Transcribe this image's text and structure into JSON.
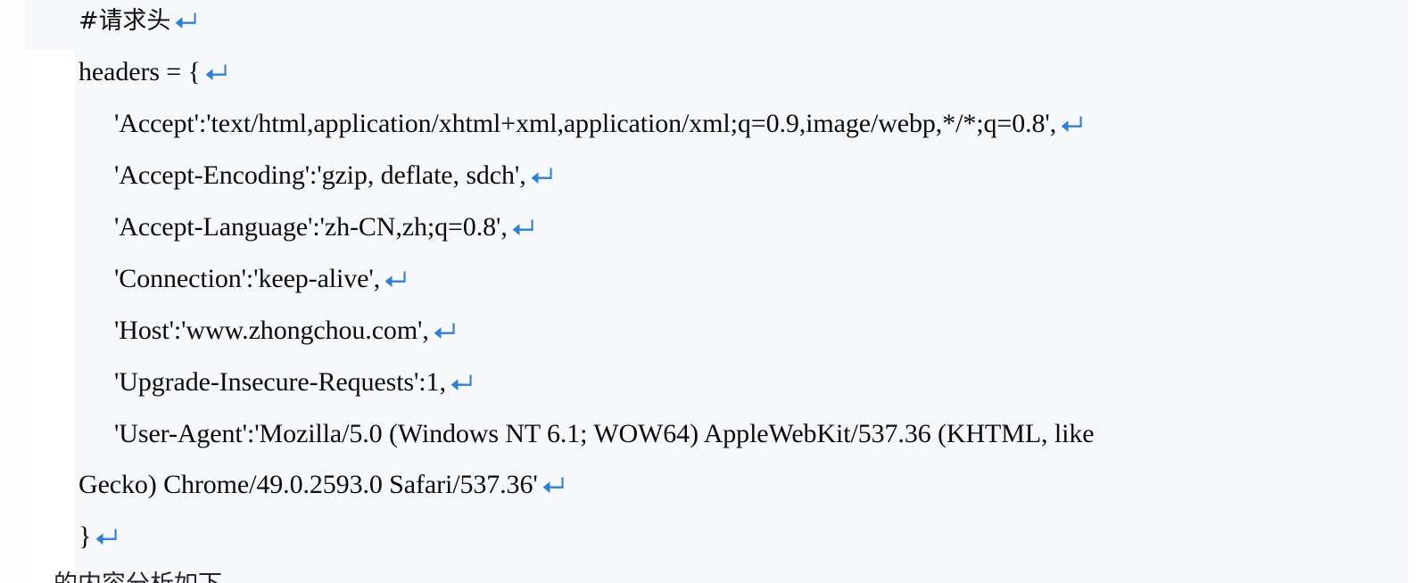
{
  "document": {
    "type": "code-snippet",
    "language": "python",
    "background_color": "#f6f8fc",
    "page_color": "#ffffff",
    "text_color": "#0b0b0b",
    "return_mark_color": "#2f7fd4",
    "return_mark_glyph": "↵",
    "lines": [
      {
        "indent": 0,
        "text": "#请求头",
        "cjk": true,
        "return_mark": true
      },
      {
        "indent": 0,
        "text": "headers = {",
        "cjk": false,
        "return_mark": true
      },
      {
        "indent": 1,
        "text": "'Accept':'text/html,application/xhtml+xml,application/xml;q=0.9,image/webp,*/*;q=0.8',",
        "cjk": false,
        "return_mark": true
      },
      {
        "indent": 1,
        "text": "'Accept-Encoding':'gzip, deflate, sdch',",
        "cjk": false,
        "return_mark": true
      },
      {
        "indent": 1,
        "text": "'Accept-Language':'zh-CN,zh;q=0.8',",
        "cjk": false,
        "return_mark": true
      },
      {
        "indent": 1,
        "text": "'Connection':'keep-alive',",
        "cjk": false,
        "return_mark": true
      },
      {
        "indent": 1,
        "text": "'Host':'www.zhongchou.com',",
        "cjk": false,
        "return_mark": true
      },
      {
        "indent": 1,
        "text": "'Upgrade-Insecure-Requests':1,",
        "cjk": false,
        "return_mark": true
      },
      {
        "indent": 1,
        "text": "'User-Agent':'Mozilla/5.0 (Windows NT 6.1; WOW64) AppleWebKit/537.36 (KHTML, like",
        "cjk": false,
        "return_mark": false
      },
      {
        "indent": 0,
        "text": "Gecko) Chrome/49.0.2593.0 Safari/537.36'",
        "cjk": false,
        "return_mark": true
      },
      {
        "indent": 0,
        "text": "}",
        "cjk": false,
        "return_mark": true
      }
    ],
    "clipped_bottom_line": "的内容分析如下"
  }
}
